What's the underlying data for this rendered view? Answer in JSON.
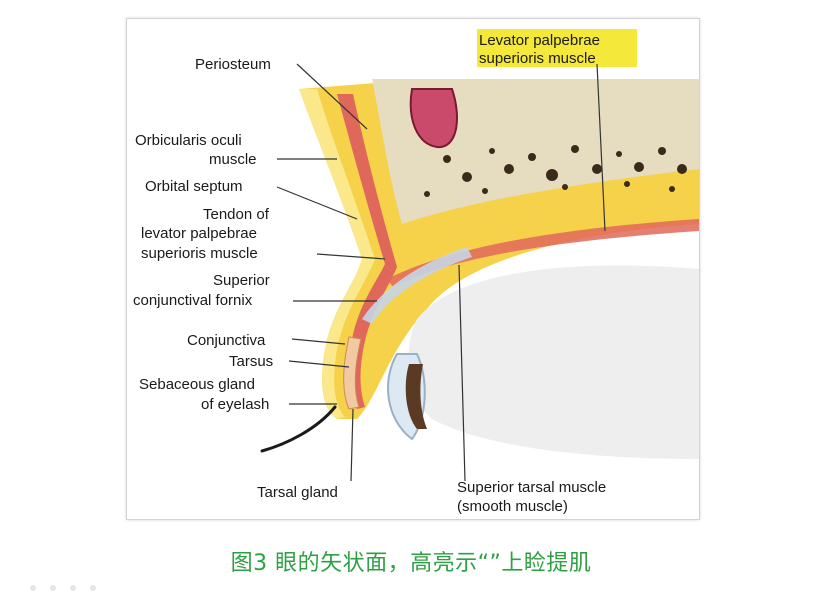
{
  "diagram": {
    "labels": {
      "levator_line1": "Levator palpebrae",
      "levator_line2": "superioris muscle",
      "periosteum": "Periosteum",
      "orbicularis_line1": "Orbicularis oculi",
      "orbicularis_line2": "muscle",
      "orbital_septum": "Orbital septum",
      "tendon_line1": "Tendon of",
      "tendon_line2": "levator palpebrae",
      "tendon_line3": "superioris muscle",
      "fornix_line1": "Superior",
      "fornix_line2": "conjunctival fornix",
      "conjunctiva": "Conjunctiva",
      "tarsus": "Tarsus",
      "sebaceous_line1": "Sebaceous gland",
      "sebaceous_line2": "of eyelash",
      "tarsal_gland": "Tarsal gland",
      "superior_tarsal_line1": "Superior tarsal muscle",
      "superior_tarsal_line2": "(smooth muscle)"
    },
    "colors": {
      "fat_yellow": "#f6d24a",
      "light_yellow": "#fbe88a",
      "muscle_red": "#e0685a",
      "bone_beige": "#e6dcc0",
      "sinus_pink": "#c94a6a",
      "eye_white": "#eeeeee",
      "highlight": "#f4e83a"
    }
  },
  "caption": {
    "text": "图3 眼的矢状面，高亮示“”上睑提肌"
  }
}
